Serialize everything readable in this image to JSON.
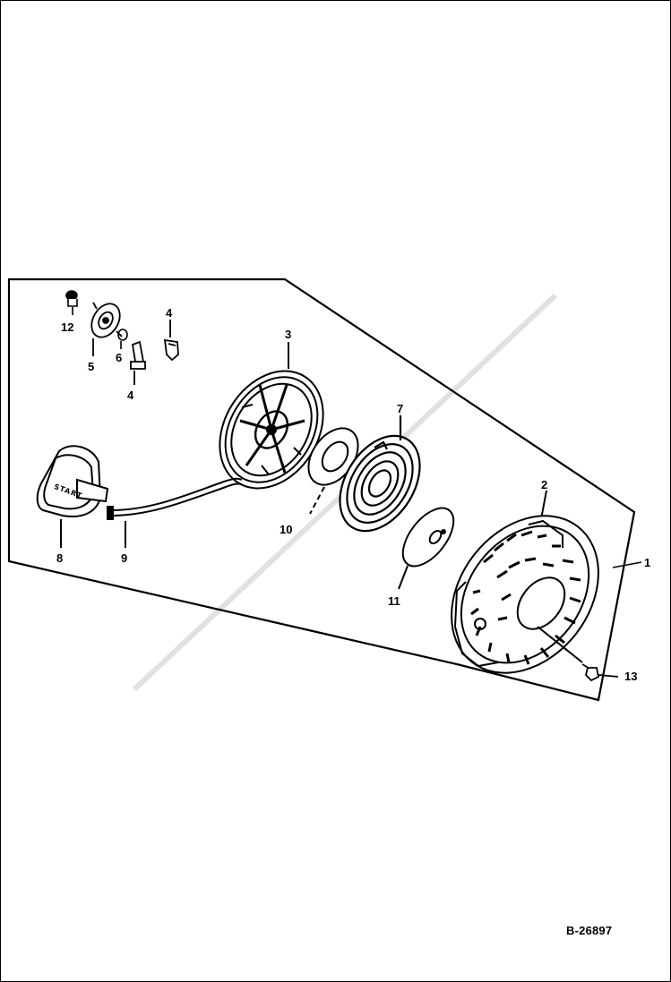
{
  "figure_code": "B-26897",
  "callouts": {
    "c1": "1",
    "c2": "2",
    "c3": "3",
    "c4a": "4",
    "c4b": "4",
    "c5": "5",
    "c6": "6",
    "c7": "7",
    "c8": "8",
    "c9": "9",
    "c10": "10",
    "c11": "11",
    "c12": "12",
    "c13": "13"
  },
  "handle_label": "START",
  "colors": {
    "ink": "#000000",
    "paper": "#ffffff",
    "watermark": "#d9d9d9"
  }
}
